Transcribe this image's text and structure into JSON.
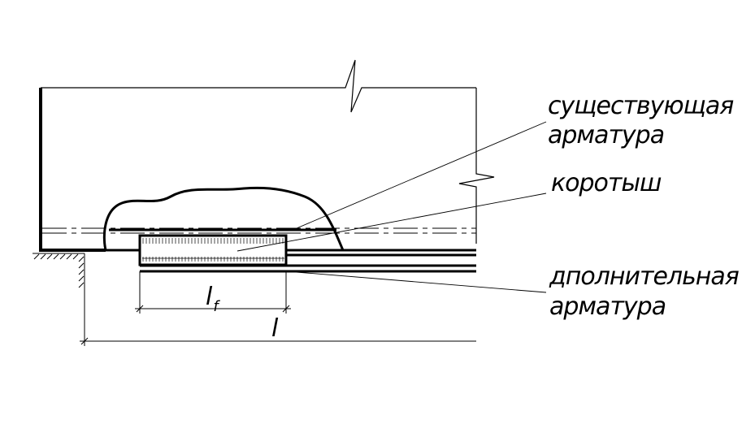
{
  "colors": {
    "line": "#000000",
    "background": "#ffffff"
  },
  "labels": {
    "existing_rebar_line1": "существующая",
    "existing_rebar_line2": "арматура",
    "stub": "коротыш",
    "additional_rebar_line1": "дполнительная",
    "additional_rebar_line2": "арматура"
  },
  "dimensions": {
    "lf_main": "l",
    "lf_sub": "f",
    "l": "l"
  }
}
